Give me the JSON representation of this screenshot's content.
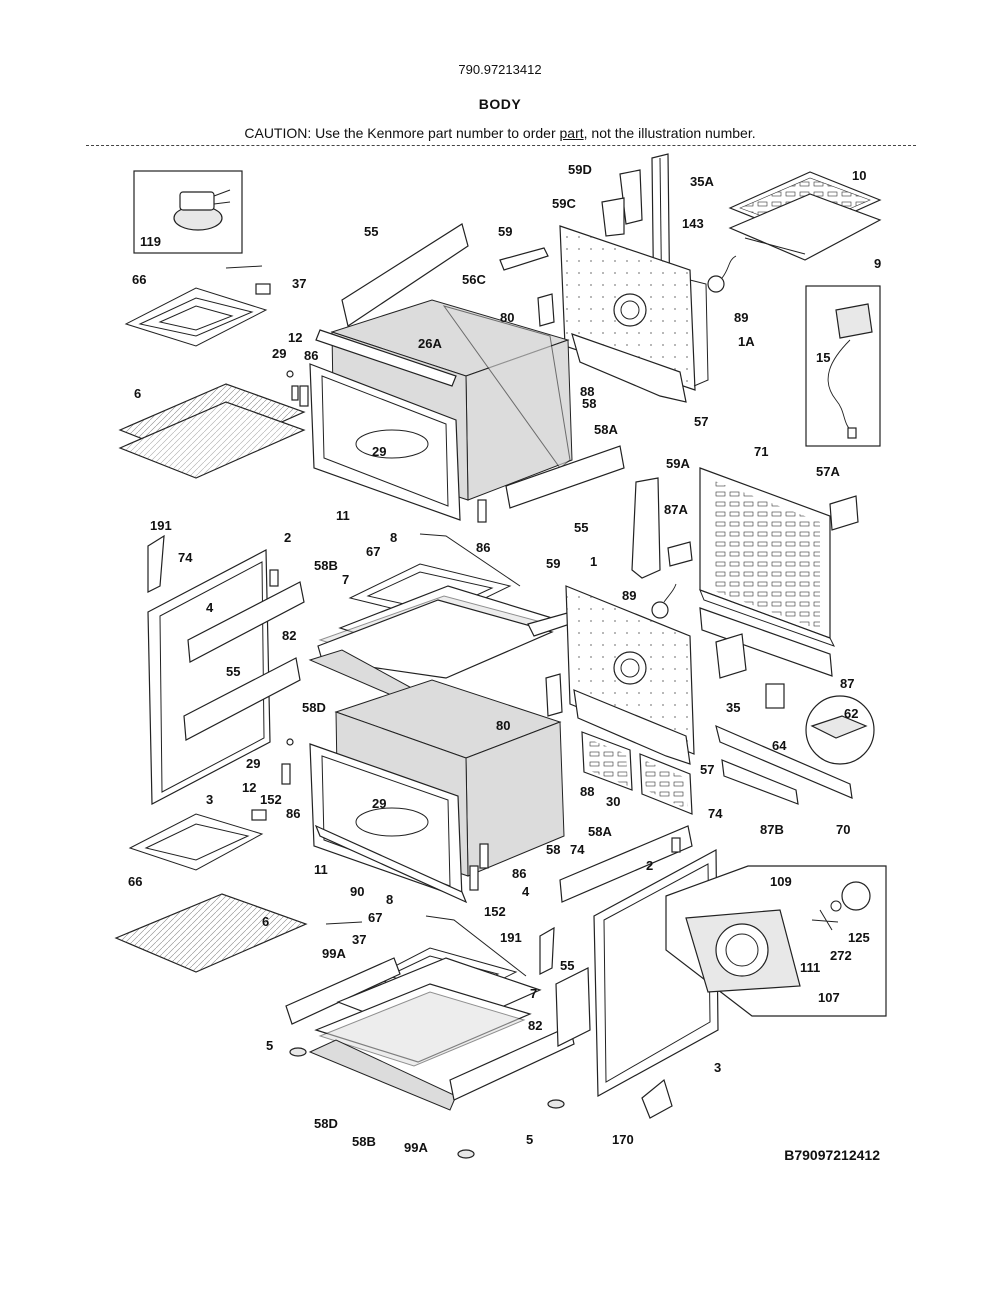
{
  "header": {
    "model_number": "790.97213412",
    "section_title": "BODY",
    "caution_prefix": "CAUTION: Use the Kenmore part number to order ",
    "caution_link": "part",
    "caution_suffix": ", not the illustration number."
  },
  "footer": {
    "diagram_code": "B79097212412"
  },
  "callouts": [
    {
      "id": "c-59D",
      "text": "59D"
    },
    {
      "id": "c-35A",
      "text": "35A"
    },
    {
      "id": "c-10",
      "text": "10"
    },
    {
      "id": "c-59C",
      "text": "59C"
    },
    {
      "id": "c-143",
      "text": "143"
    },
    {
      "id": "c-9",
      "text": "9"
    },
    {
      "id": "c-119",
      "text": "119"
    },
    {
      "id": "c-55a",
      "text": "55"
    },
    {
      "id": "c-59a",
      "text": "59"
    },
    {
      "id": "c-66a",
      "text": "66"
    },
    {
      "id": "c-37a",
      "text": "37"
    },
    {
      "id": "c-56C",
      "text": "56C"
    },
    {
      "id": "c-80a",
      "text": "80"
    },
    {
      "id": "c-89a",
      "text": "89"
    },
    {
      "id": "c-15",
      "text": "15"
    },
    {
      "id": "c-12a",
      "text": "12"
    },
    {
      "id": "c-26A",
      "text": "26A"
    },
    {
      "id": "c-1A",
      "text": "1A"
    },
    {
      "id": "c-29a",
      "text": "29"
    },
    {
      "id": "c-86a",
      "text": "86"
    },
    {
      "id": "c-88a",
      "text": "88"
    },
    {
      "id": "c-6a",
      "text": "6"
    },
    {
      "id": "c-58a",
      "text": "58"
    },
    {
      "id": "c-57a",
      "text": "57"
    },
    {
      "id": "c-58Aa",
      "text": "58A"
    },
    {
      "id": "c-29b",
      "text": "29"
    },
    {
      "id": "c-59A",
      "text": "59A"
    },
    {
      "id": "c-71",
      "text": "71"
    },
    {
      "id": "c-57A",
      "text": "57A"
    },
    {
      "id": "c-11a",
      "text": "11"
    },
    {
      "id": "c-55b",
      "text": "55"
    },
    {
      "id": "c-87A",
      "text": "87A"
    },
    {
      "id": "c-86b",
      "text": "86"
    },
    {
      "id": "c-191a",
      "text": "191"
    },
    {
      "id": "c-8a",
      "text": "8"
    },
    {
      "id": "c-2a",
      "text": "2"
    },
    {
      "id": "c-74a",
      "text": "74"
    },
    {
      "id": "c-67a",
      "text": "67"
    },
    {
      "id": "c-58B",
      "text": "58B"
    },
    {
      "id": "c-59b",
      "text": "59"
    },
    {
      "id": "c-1",
      "text": "1"
    },
    {
      "id": "c-7a",
      "text": "7"
    },
    {
      "id": "c-4a",
      "text": "4"
    },
    {
      "id": "c-89b",
      "text": "89"
    },
    {
      "id": "c-82a",
      "text": "82"
    },
    {
      "id": "c-55c",
      "text": "55"
    },
    {
      "id": "c-87",
      "text": "87"
    },
    {
      "id": "c-58Db",
      "text": "58D"
    },
    {
      "id": "c-35",
      "text": "35"
    },
    {
      "id": "c-62",
      "text": "62"
    },
    {
      "id": "c-80b",
      "text": "80"
    },
    {
      "id": "c-64",
      "text": "64"
    },
    {
      "id": "c-29c",
      "text": "29"
    },
    {
      "id": "c-57b",
      "text": "57"
    },
    {
      "id": "c-12b",
      "text": "12"
    },
    {
      "id": "c-3a",
      "text": "3"
    },
    {
      "id": "c-152a",
      "text": "152"
    },
    {
      "id": "c-88b",
      "text": "88"
    },
    {
      "id": "c-30",
      "text": "30"
    },
    {
      "id": "c-86c",
      "text": "86"
    },
    {
      "id": "c-29d",
      "text": "29"
    },
    {
      "id": "c-74b",
      "text": "74"
    },
    {
      "id": "c-87B",
      "text": "87B"
    },
    {
      "id": "c-70",
      "text": "70"
    },
    {
      "id": "c-58Ab",
      "text": "58A"
    },
    {
      "id": "c-58b",
      "text": "58"
    },
    {
      "id": "c-74c",
      "text": "74"
    },
    {
      "id": "c-2b",
      "text": "2"
    },
    {
      "id": "c-66b",
      "text": "66"
    },
    {
      "id": "c-11b",
      "text": "11"
    },
    {
      "id": "c-86d",
      "text": "86"
    },
    {
      "id": "c-4b",
      "text": "4"
    },
    {
      "id": "c-109",
      "text": "109"
    },
    {
      "id": "c-90",
      "text": "90"
    },
    {
      "id": "c-8b",
      "text": "8"
    },
    {
      "id": "c-152b",
      "text": "152"
    },
    {
      "id": "c-6b",
      "text": "6"
    },
    {
      "id": "c-67b",
      "text": "67"
    },
    {
      "id": "c-191b",
      "text": "191"
    },
    {
      "id": "c-125",
      "text": "125"
    },
    {
      "id": "c-37b",
      "text": "37"
    },
    {
      "id": "c-272",
      "text": "272"
    },
    {
      "id": "c-99Aa",
      "text": "99A"
    },
    {
      "id": "c-111",
      "text": "111"
    },
    {
      "id": "c-55d",
      "text": "55"
    },
    {
      "id": "c-7b",
      "text": "7"
    },
    {
      "id": "c-107",
      "text": "107"
    },
    {
      "id": "c-82b",
      "text": "82"
    },
    {
      "id": "c-5a",
      "text": "5"
    },
    {
      "id": "c-3b",
      "text": "3"
    },
    {
      "id": "c-58Dc",
      "text": "58D"
    },
    {
      "id": "c-58Bc",
      "text": "58B"
    },
    {
      "id": "c-99Ab",
      "text": "99A"
    },
    {
      "id": "c-5b",
      "text": "5"
    },
    {
      "id": "c-170",
      "text": "170"
    }
  ]
}
